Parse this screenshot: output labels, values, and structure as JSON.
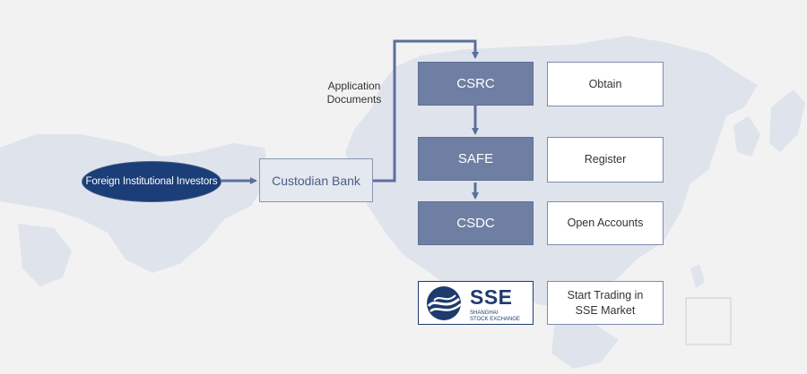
{
  "origin": {
    "investors_label": "Foreign Institutional Investors"
  },
  "bank": {
    "label": "Custodian Bank"
  },
  "link_label": {
    "line1": "Application",
    "line2": "Documents"
  },
  "agencies": [
    {
      "label": "CSRC",
      "action": "Obtain"
    },
    {
      "label": "SAFE",
      "action": "Register"
    },
    {
      "label": "CSDC",
      "action": "Open Accounts"
    }
  ],
  "exchange": {
    "logo_text": "SSE",
    "logo_sub1": "SHANGHAI",
    "logo_sub2": "STOCK EXCHANGE",
    "action_line1": "Start Trading in",
    "action_line2": "SSE Market"
  },
  "colors": {
    "navy": "#1b3d78",
    "agency_fill": "#6f7fa3",
    "arrow": "#5b6f9c",
    "map": "#dfe3ec"
  }
}
